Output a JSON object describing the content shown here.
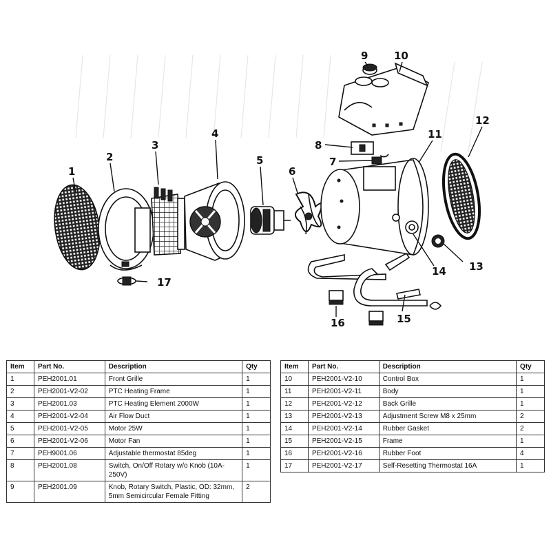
{
  "callouts": [
    "1",
    "2",
    "3",
    "4",
    "5",
    "6",
    "7",
    "8",
    "9",
    "10",
    "11",
    "12",
    "13",
    "14",
    "15",
    "16",
    "17"
  ],
  "table_headers": {
    "item": "Item",
    "part_no": "Part No.",
    "description": "Description",
    "qty": "Qty"
  },
  "rows_left": [
    {
      "item": "1",
      "part_no": "PEH2001.01",
      "description": "Front Grille",
      "qty": "1"
    },
    {
      "item": "2",
      "part_no": "PEH2001-V2-02",
      "description": "PTC Heating Frame",
      "qty": "1"
    },
    {
      "item": "3",
      "part_no": "PEH2001.03",
      "description": "PTC Heating Element 2000W",
      "qty": "1"
    },
    {
      "item": "4",
      "part_no": "PEH2001-V2-04",
      "description": "Air Flow Duct",
      "qty": "1"
    },
    {
      "item": "5",
      "part_no": "PEH2001-V2-05",
      "description": "Motor 25W",
      "qty": "1"
    },
    {
      "item": "6",
      "part_no": "PEH2001-V2-06",
      "description": "Motor Fan",
      "qty": "1"
    },
    {
      "item": "7",
      "part_no": "PEH9001.06",
      "description": "Adjustable thermostat 85deg",
      "qty": "1"
    },
    {
      "item": "8",
      "part_no": "PEH2001.08",
      "description": "Switch, On/Off Rotary w/o Knob (10A-250V)",
      "qty": "1"
    },
    {
      "item": "9",
      "part_no": "PEH2001.09",
      "description": "Knob, Rotary Switch, Plastic, OD: 32mm, 5mm Semicircular Female Fitting",
      "qty": "2"
    }
  ],
  "rows_right": [
    {
      "item": "10",
      "part_no": "PEH2001-V2-10",
      "description": "Control Box",
      "qty": "1"
    },
    {
      "item": "11",
      "part_no": "PEH2001-V2-11",
      "description": "Body",
      "qty": "1"
    },
    {
      "item": "12",
      "part_no": "PEH2001-V2-12",
      "description": "Back Grille",
      "qty": "1"
    },
    {
      "item": "13",
      "part_no": "PEH2001-V2-13",
      "description": "Adjustment Screw M8 x 25mm",
      "qty": "2"
    },
    {
      "item": "14",
      "part_no": "PEH2001-V2-14",
      "description": "Rubber Gasket",
      "qty": "2"
    },
    {
      "item": "15",
      "part_no": "PEH2001-V2-15",
      "description": "Frame",
      "qty": "1"
    },
    {
      "item": "16",
      "part_no": "PEH2001-V2-16",
      "description": "Rubber Foot",
      "qty": "4"
    },
    {
      "item": "17",
      "part_no": "PEH2001-V2-17",
      "description": "Self-Resetting Thermostat 16A",
      "qty": "1"
    }
  ]
}
